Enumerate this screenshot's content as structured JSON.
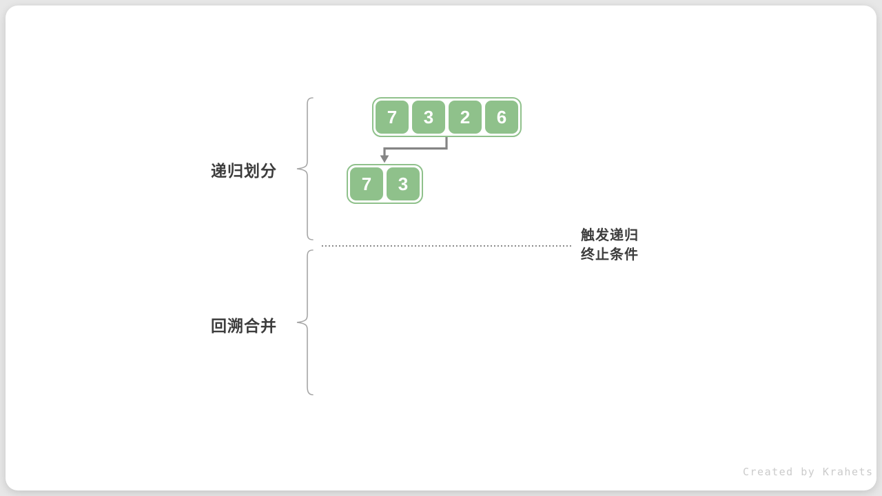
{
  "page": {
    "watermark": "Created by Krahets"
  },
  "colors": {
    "background": "#e7e7e7",
    "card": "#ffffff",
    "cell_green": "#8fc18b",
    "arrow_gray": "#858585",
    "brace_gray": "#a5a5a5",
    "dotted_line_gray": "#6a6a6a",
    "label_dark": "#3c3c3c",
    "watermark_gray": "#cbcbcb"
  },
  "diagram": {
    "phase_labels": [
      {
        "label": "递归划分"
      },
      {
        "label": "回溯合并"
      }
    ],
    "arrays": [
      {
        "name": "level-1",
        "values": [
          "7",
          "3",
          "2",
          "6"
        ]
      },
      {
        "name": "level-2",
        "values": [
          "7",
          "3"
        ]
      }
    ],
    "annotation": {
      "line1": "触发递归",
      "line2": "终止条件"
    }
  }
}
